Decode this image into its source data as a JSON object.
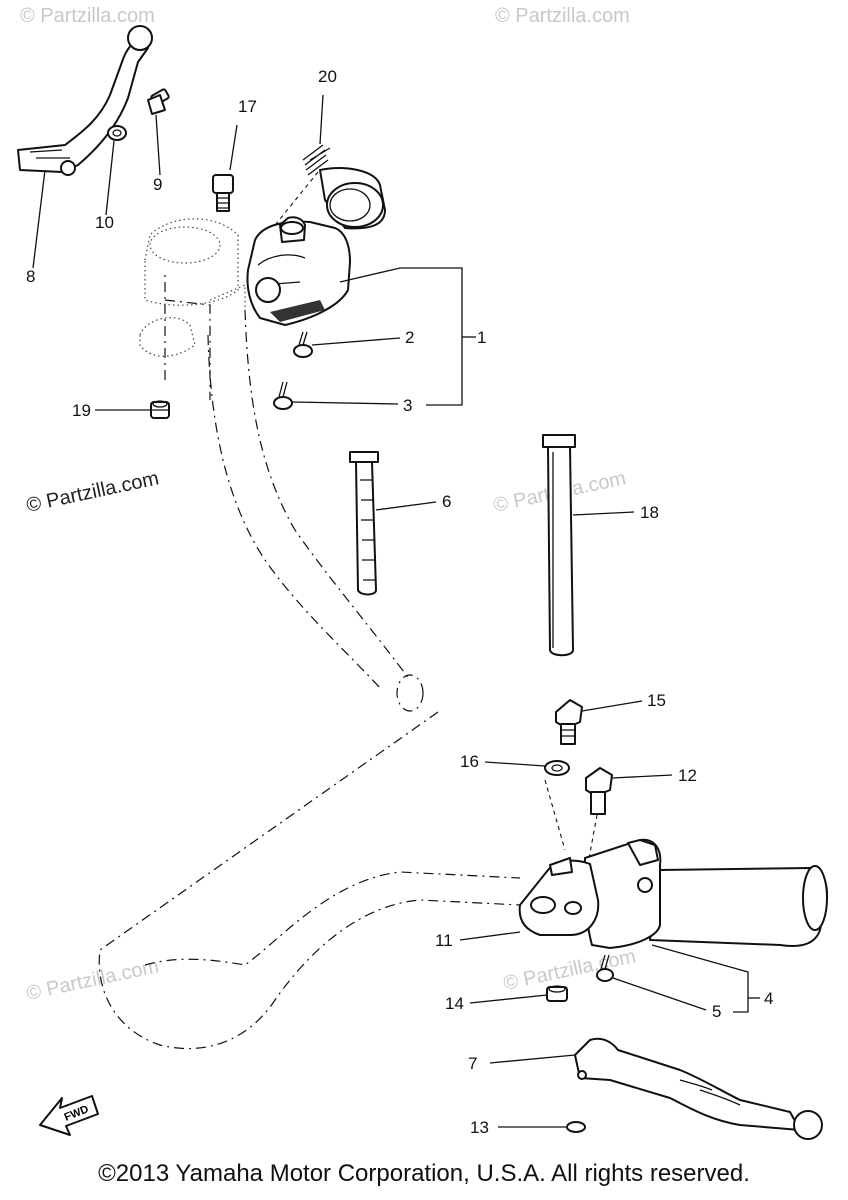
{
  "diagram": {
    "labels": {
      "p1": "1",
      "p2": "2",
      "p3": "3",
      "p4": "4",
      "p5": "5",
      "p6": "6",
      "p7": "7",
      "p8": "8",
      "p9": "9",
      "p10": "10",
      "p11": "11",
      "p12": "12",
      "p13": "13",
      "p14": "14",
      "p15": "15",
      "p16": "16",
      "p17": "17",
      "p18": "18",
      "p19": "19",
      "p20": "20"
    },
    "fwd_label": "FWD",
    "watermark": "© Partzilla.com"
  },
  "footer": {
    "copyright": "©2013 Yamaha Motor Corporation, U.S.A. All rights reserved."
  }
}
